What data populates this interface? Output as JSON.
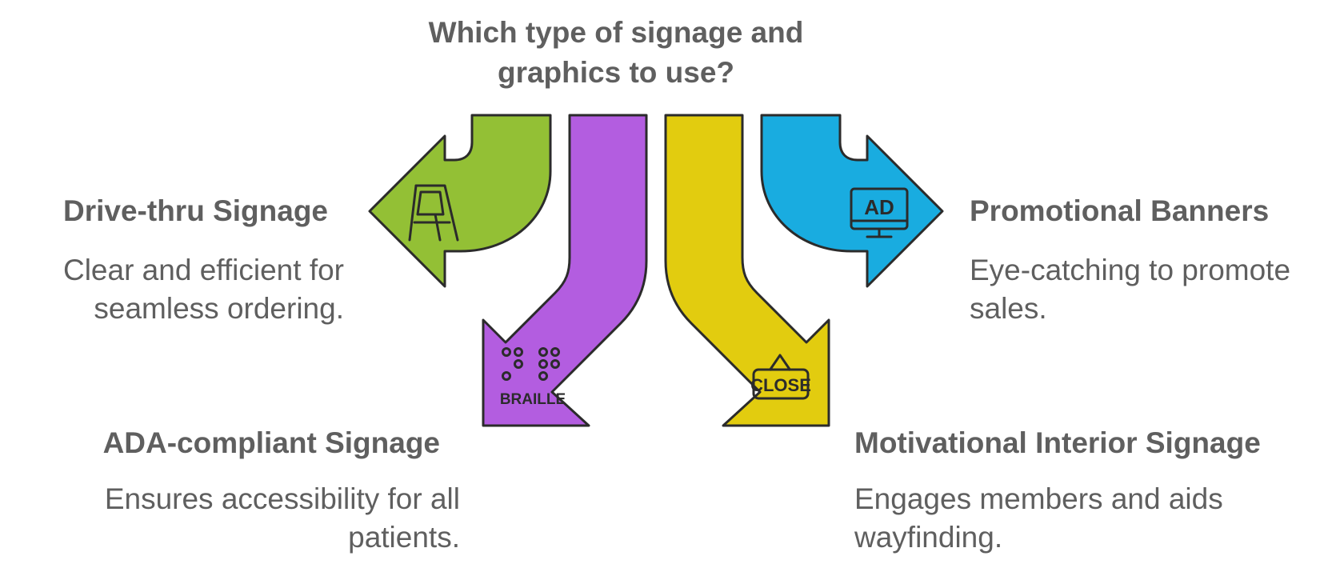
{
  "title": {
    "line1": "Which type of signage and",
    "line2": "graphics to use?"
  },
  "options": {
    "drive_thru": {
      "heading": "Drive-thru Signage",
      "desc_line1": "Clear and efficient for",
      "desc_line2": "seamless ordering.",
      "color": "#93c035",
      "icon": "a-frame-sign-icon"
    },
    "ada": {
      "heading": "ADA-compliant Signage",
      "desc_line1": "Ensures accessibility for all",
      "desc_line2": "patients.",
      "color": "#b35de0",
      "icon": "braille-icon",
      "icon_text": "BRAILLE"
    },
    "motivational": {
      "heading": "Motivational Interior Signage",
      "desc_line1": "Engages members and aids",
      "desc_line2": "wayfinding.",
      "color": "#e2cc0f",
      "icon": "close-sign-icon",
      "icon_text": "CLOSE"
    },
    "promotional": {
      "heading": "Promotional Banners",
      "desc_line1": "Eye-catching to promote",
      "desc_line2": "sales.",
      "color": "#19ace0",
      "icon": "ad-monitor-icon",
      "icon_text": "AD"
    }
  }
}
